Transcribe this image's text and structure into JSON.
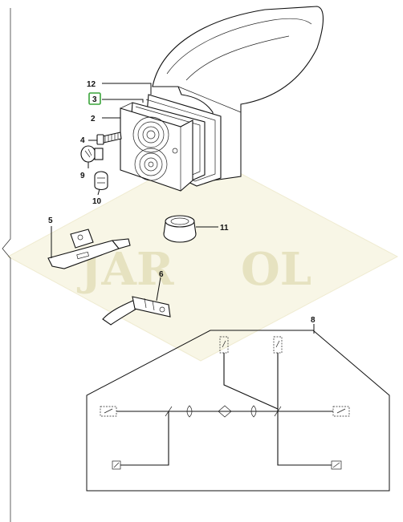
{
  "watermark": {
    "text_left": "JAR",
    "text_right": "OL",
    "color": "#d9d2a2"
  },
  "highlight_color": "#3aa53a",
  "callouts": [
    {
      "id": "12",
      "label": "12"
    },
    {
      "id": "3",
      "label": "3",
      "highlighted": true
    },
    {
      "id": "2",
      "label": "2"
    },
    {
      "id": "4",
      "label": "4"
    },
    {
      "id": "9",
      "label": "9"
    },
    {
      "id": "10",
      "label": "10"
    },
    {
      "id": "11",
      "label": "11"
    },
    {
      "id": "5",
      "label": "5"
    },
    {
      "id": "6",
      "label": "6"
    },
    {
      "id": "8",
      "label": "8"
    }
  ]
}
